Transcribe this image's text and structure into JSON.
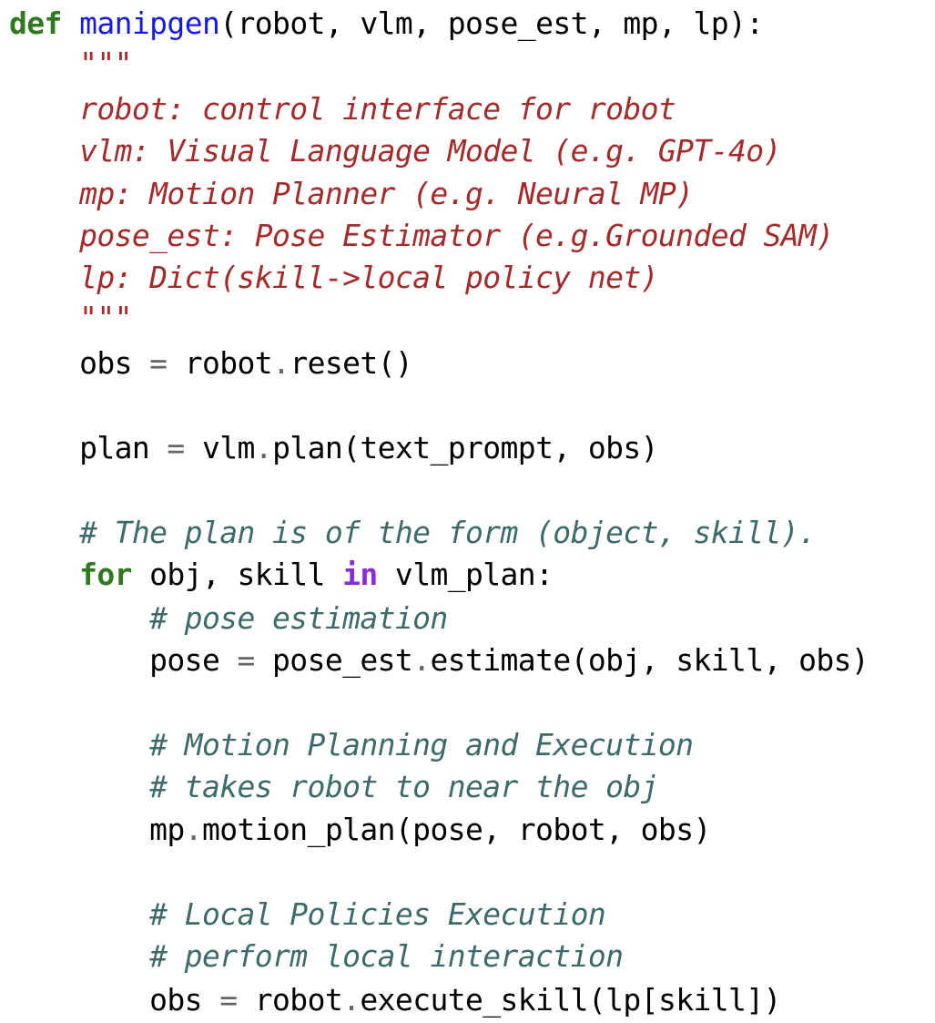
{
  "code": {
    "lines": [
      {
        "t1": "def",
        "t2": " ",
        "t3": "manipgen",
        "t4": "(robot, vlm, pose_est, mp, lp):"
      },
      {
        "t1": "    \"\"\""
      },
      {
        "t1": "    robot: control interface for robot"
      },
      {
        "t1": "    vlm: Visual Language Model (e.g. GPT-4o)"
      },
      {
        "t1": "    mp: Motion Planner (e.g. Neural MP)"
      },
      {
        "t1": "    pose_est: Pose Estimator (e.g.Grounded SAM)"
      },
      {
        "t1": "    lp: Dict(skill->local policy net)"
      },
      {
        "t1": "    \"\"\""
      },
      {
        "t1": "    obs ",
        "t2": "=",
        "t3": " robot",
        "t4": ".",
        "t5": "reset()"
      },
      {
        "t1": "    plan ",
        "t2": "=",
        "t3": " vlm",
        "t4": ".",
        "t5": "plan(text_prompt, obs)"
      },
      {
        "t1": "    # The plan is of the form (object, skill)."
      },
      {
        "t1": "    ",
        "t2": "for",
        "t3": " obj, skill ",
        "t4": "in",
        "t5": " vlm_plan:"
      },
      {
        "t1": "        # pose estimation"
      },
      {
        "t1": "        pose ",
        "t2": "=",
        "t3": " pose_est",
        "t4": ".",
        "t5": "estimate(obj, skill, obs)"
      },
      {
        "t1": "        # Motion Planning and Execution"
      },
      {
        "t1": "        # takes robot to near the obj"
      },
      {
        "t1": "        mp",
        "t2": ".",
        "t3": "motion_plan(pose, robot, obs)"
      },
      {
        "t1": "        # Local Policies Execution"
      },
      {
        "t1": "        # perform local interaction"
      },
      {
        "t1": "        obs ",
        "t2": "=",
        "t3": " robot",
        "t4": ".",
        "t5": "execute_skill(lp[skill])"
      }
    ]
  }
}
